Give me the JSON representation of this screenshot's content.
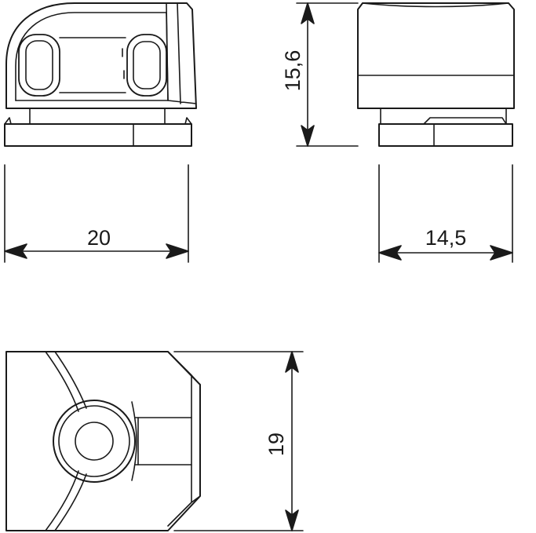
{
  "drawing": {
    "views": [
      "front-view",
      "side-view",
      "top-view"
    ],
    "line_color": "#1a1a1a",
    "background": "#ffffff"
  },
  "dimensions": {
    "height": "15,6",
    "width": "20",
    "depth": "14,5",
    "length": "19"
  }
}
